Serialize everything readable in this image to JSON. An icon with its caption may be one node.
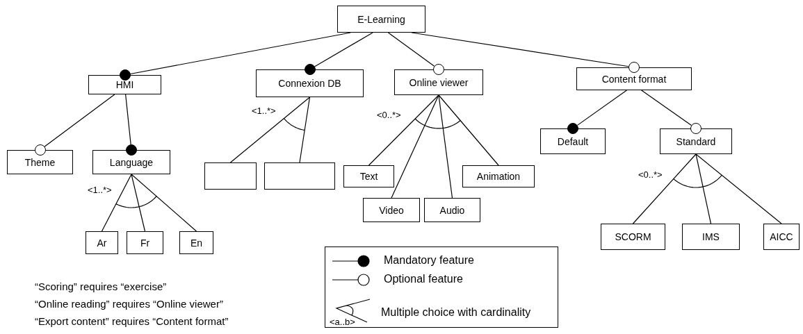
{
  "diagram": {
    "nodes": [
      {
        "text": [
          "E-Learning"
        ]
      },
      {
        "text": [
          "HMI"
        ]
      },
      {
        "text": [
          "Connexion DB"
        ]
      },
      {
        "text": [
          "Online viewer"
        ]
      },
      {
        "text": [
          "Content format"
        ]
      },
      {
        "text": [
          "Theme"
        ]
      },
      {
        "text": [
          "Language"
        ]
      },
      {
        "text": [],
        "shape": "box"
      },
      {
        "text": [],
        "shape": "box"
      },
      {
        "text": [
          "Text"
        ]
      },
      {
        "text": [
          "Video"
        ]
      },
      {
        "text": [
          "Audio"
        ]
      },
      {
        "text": [
          "Animation"
        ]
      },
      {
        "text": [
          "Default"
        ]
      },
      {
        "text": [
          "Standard"
        ]
      },
      {
        "text": [
          "Ar"
        ]
      },
      {
        "text": [
          "Fr"
        ]
      },
      {
        "text": [
          "En"
        ]
      },
      {
        "text": [
          "SCORM"
        ]
      },
      {
        "text": [
          "IMS"
        ]
      },
      {
        "text": [
          "AICC"
        ]
      },
      {
        "text": [],
        "shape": "dot"
      },
      {
        "text": [],
        "shape": "dot"
      },
      {
        "text": [],
        "shape": "circle"
      },
      {
        "text": [],
        "shape": "circle"
      },
      {
        "text": [],
        "shape": "circle"
      },
      {
        "text": [],
        "shape": "dot"
      },
      {
        "text": [],
        "shape": "dot"
      },
      {
        "text": [],
        "shape": "circle"
      }
    ],
    "edges": [
      {
        "from": 0,
        "to": 21,
        "arrow": "none"
      },
      {
        "from": 0,
        "to": 22,
        "arrow": "none"
      },
      {
        "from": 0,
        "to": 23,
        "arrow": "none"
      },
      {
        "from": 0,
        "to": 24,
        "arrow": "none"
      },
      {
        "from": 1,
        "to": 25,
        "arrow": "none"
      },
      {
        "from": 1,
        "to": 26,
        "arrow": "none"
      },
      {
        "from": 2,
        "to": 7,
        "arrow": "none"
      },
      {
        "from": 2,
        "to": 8,
        "arrow": "none"
      },
      {
        "from": 3,
        "to": 9,
        "arrow": "none"
      },
      {
        "from": 3,
        "to": 10,
        "arrow": "none"
      },
      {
        "from": 3,
        "to": 11,
        "arrow": "none"
      },
      {
        "from": 3,
        "to": 12,
        "arrow": "none"
      },
      {
        "from": 4,
        "to": 27,
        "arrow": "none"
      },
      {
        "from": 4,
        "to": 28,
        "arrow": "none"
      },
      {
        "from": 6,
        "to": 15,
        "arrow": "none"
      },
      {
        "from": 6,
        "to": 16,
        "arrow": "none"
      },
      {
        "from": 6,
        "to": 17,
        "arrow": "none"
      },
      {
        "from": 14,
        "to": 18,
        "arrow": "none"
      },
      {
        "from": 14,
        "to": 19,
        "arrow": "none"
      },
      {
        "from": 14,
        "to": 20,
        "arrow": "none"
      }
    ],
    "labels": [
      "<1..*>",
      "<0..*>",
      "<0..*>",
      "<1..*>",
      "<a..b>",
      "“Scoring” requires “exercise”",
      "“Online reading” requires “Online viewer”",
      "“Export content” requires “Content format”"
    ],
    "legend": [
      {
        "text": "Mandatory feature"
      },
      {
        "text": "Optional feature"
      },
      {
        "text": "Multiple choice with cardinality"
      }
    ]
  }
}
